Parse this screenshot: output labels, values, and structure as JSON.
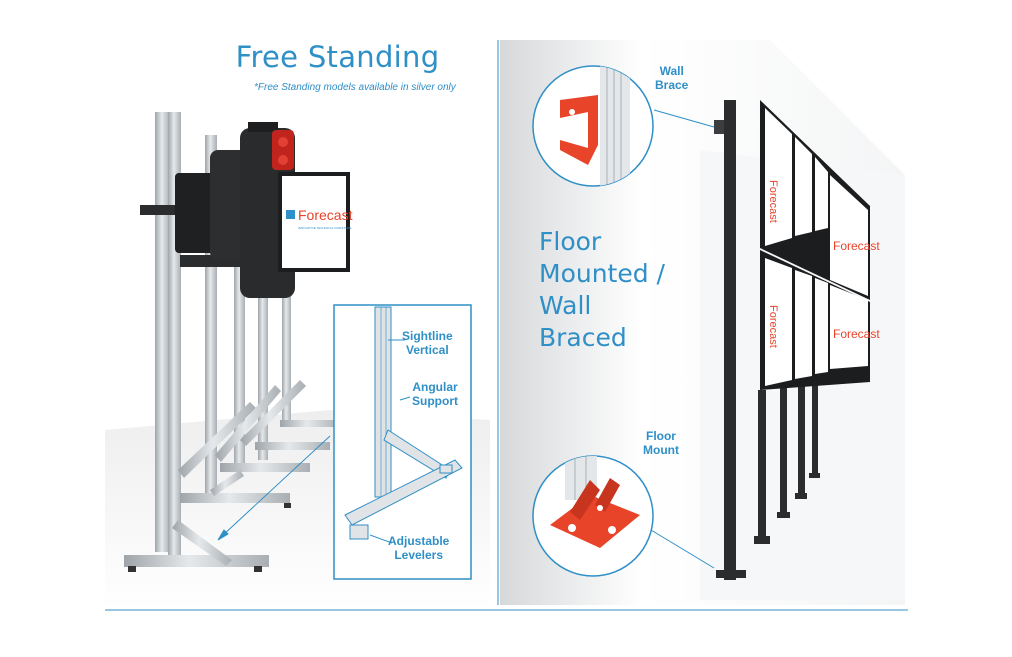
{
  "free_standing": {
    "title": "Free Standing",
    "note": "*Free Standing models available in silver only",
    "callouts": {
      "sightline_vertical": [
        "Sightline",
        "Vertical"
      ],
      "angular_support": [
        "Angular",
        "Support"
      ],
      "adjustable_levelers": [
        "Adjustable",
        "Levelers"
      ]
    }
  },
  "floor_mounted": {
    "title_lines": [
      "Floor",
      "Mounted /",
      "Wall",
      "Braced"
    ],
    "callouts": {
      "wall_brace": [
        "Wall",
        "Brace"
      ],
      "floor_mount": [
        "Floor",
        "Mount"
      ]
    }
  },
  "brand": {
    "logo_text": "Forecast",
    "tagline": "INNOVATIVE TECHNICAL FURNITURE"
  },
  "colors": {
    "accent_blue": "#2f8fc7",
    "mount_red": "#e8442a",
    "frame_silver": "#c8ccd0",
    "frame_black": "#2a2c2e"
  }
}
